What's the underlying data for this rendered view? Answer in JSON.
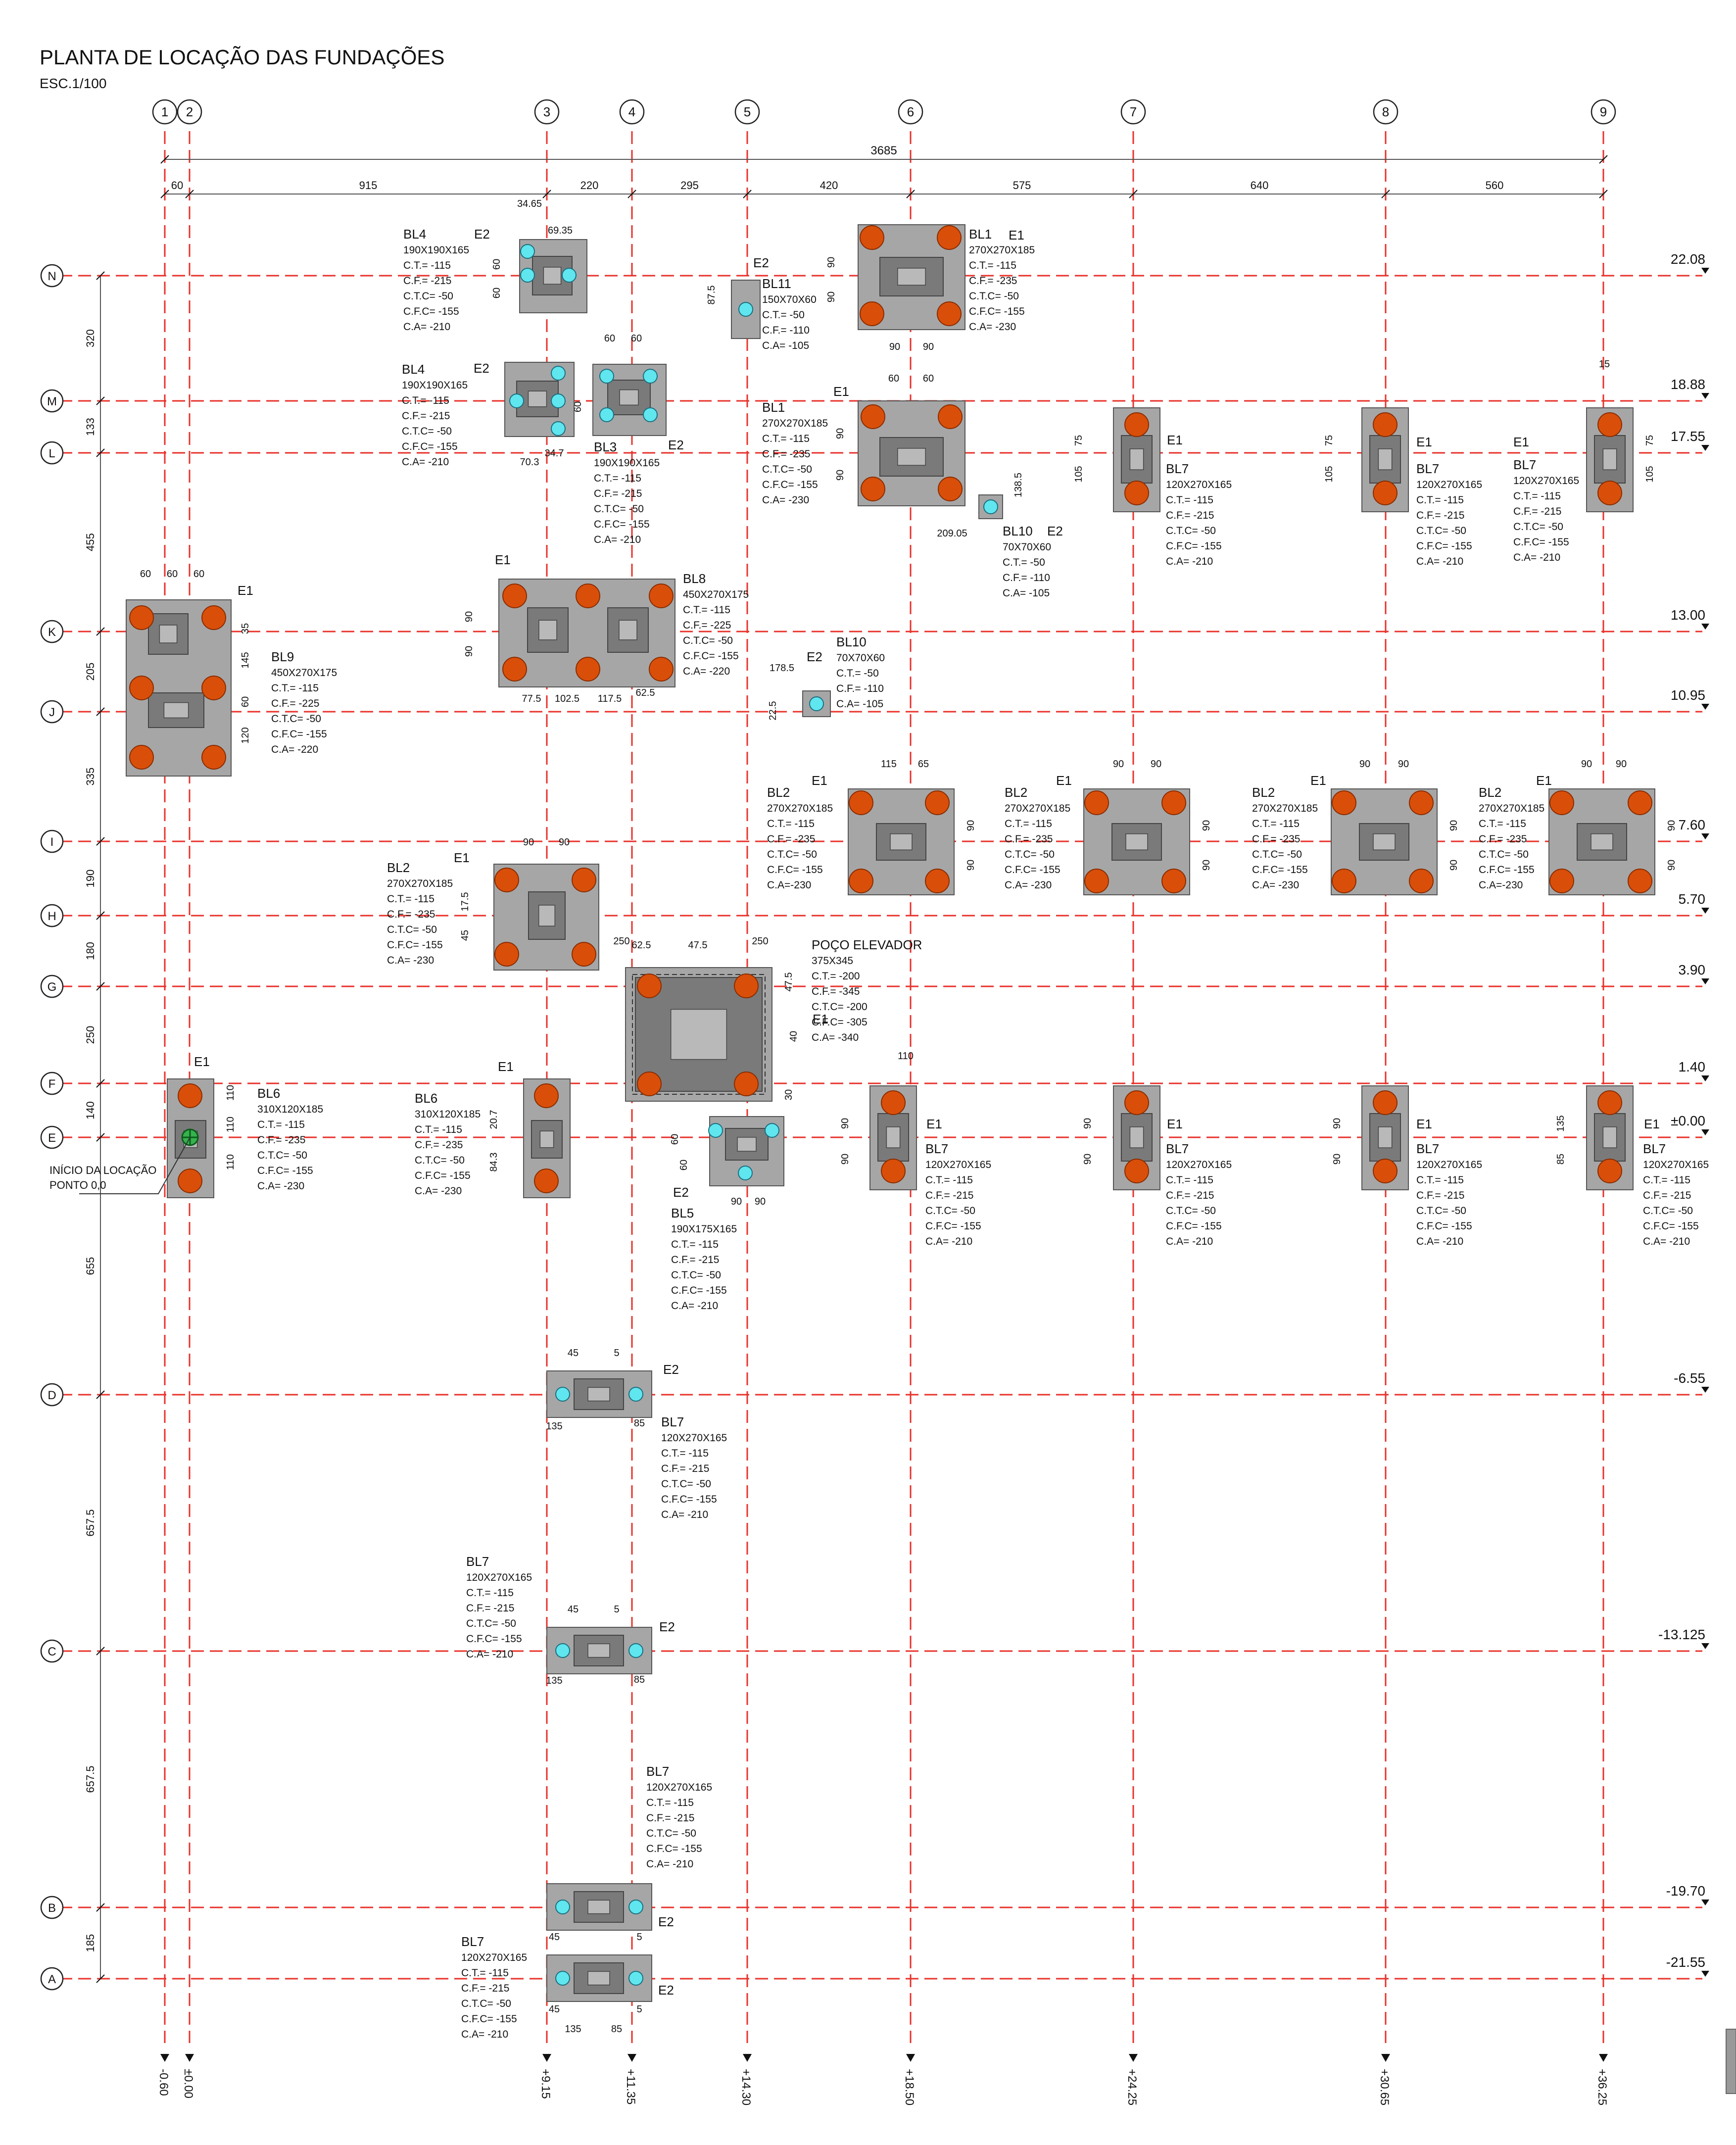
{
  "title": "PLANTA DE LOCAÇÃO DAS FUNDAÇÕES",
  "scale": "ESC.1/100",
  "colors": {
    "grid_line": "#e8312a",
    "block": "#a6a6a6",
    "block_edge": "#555555",
    "cap": "#7a7a7a",
    "pile_e1": "#d94f0a",
    "pile_e2": "#5fe6ee",
    "ink": "#111111"
  },
  "columns": [
    {
      "id": "1",
      "elev": "-0.60"
    },
    {
      "id": "2",
      "elev": "±0.00"
    },
    {
      "id": "3",
      "elev": "+9.15"
    },
    {
      "id": "4",
      "elev": "+11.35"
    },
    {
      "id": "5",
      "elev": "+14.30"
    },
    {
      "id": "6",
      "elev": "+18.50"
    },
    {
      "id": "7",
      "elev": "+24.25"
    },
    {
      "id": "8",
      "elev": "+30.65"
    },
    {
      "id": "9",
      "elev": "+36.25"
    }
  ],
  "rows": [
    {
      "id": "N",
      "elev": "22.08"
    },
    {
      "id": "M",
      "elev": "18.88"
    },
    {
      "id": "L",
      "elev": "17.55"
    },
    {
      "id": "K",
      "elev": "13.00"
    },
    {
      "id": "J",
      "elev": "10.95"
    },
    {
      "id": "I",
      "elev": "7.60"
    },
    {
      "id": "H",
      "elev": "5.70"
    },
    {
      "id": "G",
      "elev": "3.90"
    },
    {
      "id": "F",
      "elev": "1.40"
    },
    {
      "id": "E",
      "elev": "±0.00"
    },
    {
      "id": "D",
      "elev": "-6.55"
    },
    {
      "id": "C",
      "elev": "-13.125"
    },
    {
      "id": "B",
      "elev": "-19.70"
    },
    {
      "id": "A",
      "elev": "-21.55"
    }
  ],
  "overall_dim": "3685",
  "col_dims": [
    "60",
    "915",
    "220",
    "295",
    "420",
    "575",
    "640",
    "560"
  ],
  "row_dims": [
    "320",
    "133",
    "455",
    "205",
    "335",
    "190",
    "180",
    "250",
    "140",
    "655",
    "657.5",
    "657.5",
    "185"
  ],
  "origin_note": [
    "INÍCIO DA LOCAÇÃO",
    "PONTO 0,0"
  ],
  "blocks": [
    {
      "name": "BL4",
      "pile": "E2",
      "lines": [
        "190X190X165",
        "C.T.= -115",
        "C.F.= -215",
        "C.T.C= -50",
        "C.F.C= -155",
        "C.A= -210"
      ]
    },
    {
      "name": "BL4",
      "pile": "E2",
      "lines": [
        "190X190X165",
        "C.T.= -115",
        "C.F.= -215",
        "C.T.C= -50",
        "C.F.C= -155",
        "C.A= -210"
      ]
    },
    {
      "name": "BL3",
      "pile": "E2",
      "lines": [
        "190X190X165",
        "C.T.= -115",
        "C.F.= -215",
        "C.T.C= -50",
        "C.F.C= -155",
        "C.A= -210"
      ]
    },
    {
      "name": "BL11",
      "pile": "E2",
      "lines": [
        "150X70X60",
        "C.T.= -50",
        "C.F.= -110",
        "C.A= -105"
      ]
    },
    {
      "name": "BL1",
      "pile": "E1",
      "lines": [
        "270X270X185",
        "C.T.= -115",
        "C.F.= -235",
        "C.T.C= -50",
        "C.F.C= -155",
        "C.A= -230"
      ]
    },
    {
      "name": "BL1",
      "pile": "E1",
      "lines": [
        "270X270X185",
        "C.T.= -115",
        "C.F.= -235",
        "C.T.C= -50",
        "C.F.C= -155",
        "C.A= -230"
      ]
    },
    {
      "name": "BL10",
      "pile": "E2",
      "lines": [
        "70X70X60",
        "C.T.= -50",
        "C.F.= -110",
        "C.A= -105"
      ]
    },
    {
      "name": "BL7",
      "pile": "E1",
      "lines": [
        "120X270X165",
        "C.T.= -115",
        "C.F.= -215",
        "C.T.C= -50",
        "C.F.C= -155",
        "C.A= -210"
      ]
    },
    {
      "name": "BL7",
      "pile": "E1",
      "lines": [
        "120X270X165",
        "C.T.= -115",
        "C.F.= -215",
        "C.T.C= -50",
        "C.F.C= -155",
        "C.A= -210"
      ]
    },
    {
      "name": "BL7",
      "pile": "E1",
      "lines": [
        "120X270X165",
        "C.T.= -115",
        "C.F.= -215",
        "C.T.C= -50",
        "C.F.C= -155",
        "C.A= -210"
      ]
    },
    {
      "name": "BL9",
      "pile": "E1",
      "lines": [
        "450X270X175",
        "C.T.= -115",
        "C.F.= -225",
        "C.T.C= -50",
        "C.F.C= -155",
        "C.A= -220"
      ]
    },
    {
      "name": "BL8",
      "pile": "E1",
      "lines": [
        "450X270X175",
        "C.T.= -115",
        "C.F.= -225",
        "C.T.C= -50",
        "C.F.C= -155",
        "C.A= -220"
      ]
    },
    {
      "name": "BL10",
      "pile": "E2",
      "lines": [
        "70X70X60",
        "C.T.= -50",
        "C.F.= -110",
        "C.A= -105"
      ]
    },
    {
      "name": "BL2",
      "pile": "E1",
      "lines": [
        "270X270X185",
        "C.T.= -115",
        "C.F.= -235",
        "C.T.C= -50",
        "C.F.C= -155",
        "C.A=-230"
      ]
    },
    {
      "name": "BL2",
      "pile": "E1",
      "lines": [
        "270X270X185",
        "C.T.= -115",
        "C.F.= -235",
        "C.T.C= -50",
        "C.F.C= -155",
        "C.A= -230"
      ]
    },
    {
      "name": "BL2",
      "pile": "E1",
      "lines": [
        "270X270X185",
        "C.T.= -115",
        "C.F.= -235",
        "C.T.C= -50",
        "C.F.C= -155",
        "C.A= -230"
      ]
    },
    {
      "name": "BL2",
      "pile": "E1",
      "lines": [
        "270X270X185",
        "C.T.= -115",
        "C.F.= -235",
        "C.T.C= -50",
        "C.F.C= -155",
        "C.A=-230"
      ]
    },
    {
      "name": "BL2",
      "pile": "E1",
      "lines": [
        "270X270X185",
        "C.T.= -115",
        "C.F.= -235",
        "C.T.C= -50",
        "C.F.C= -155",
        "C.A= -230"
      ]
    },
    {
      "name": "POÇO ELEVADOR",
      "pile": "E1",
      "lines": [
        "375X345",
        "C.T.= -200",
        "C.F.= -345",
        "C.T.C= -200",
        "C.F.C= -305",
        "C.A= -340"
      ]
    },
    {
      "name": "BL6",
      "pile": "E1",
      "lines": [
        "310X120X185",
        "C.T.= -115",
        "C.F.= -235",
        "C.T.C= -50",
        "C.F.C= -155",
        "C.A= -230"
      ]
    },
    {
      "name": "BL6",
      "pile": "E1",
      "lines": [
        "310X120X185",
        "C.T.= -115",
        "C.F.= -235",
        "C.T.C= -50",
        "C.F.C= -155",
        "C.A= -230"
      ]
    },
    {
      "name": "BL5",
      "pile": "E2",
      "lines": [
        "190X175X165",
        "C.T.= -115",
        "C.F.= -215",
        "C.T.C= -50",
        "C.F.C= -155",
        "C.A= -210"
      ]
    },
    {
      "name": "BL7",
      "pile": "E1",
      "lines": [
        "120X270X165",
        "C.T.= -115",
        "C.F.= -215",
        "C.T.C= -50",
        "C.F.C= -155",
        "C.A= -210"
      ]
    },
    {
      "name": "BL7",
      "pile": "E1",
      "lines": [
        "120X270X165",
        "C.T.= -115",
        "C.F.= -215",
        "C.T.C= -50",
        "C.F.C= -155",
        "C.A= -210"
      ]
    },
    {
      "name": "BL7",
      "pile": "E1",
      "lines": [
        "120X270X165",
        "C.T.= -115",
        "C.F.= -215",
        "C.T.C= -50",
        "C.F.C= -155",
        "C.A= -210"
      ]
    },
    {
      "name": "BL7",
      "pile": "E1",
      "lines": [
        "120X270X165",
        "C.T.= -115",
        "C.F.= -215",
        "C.T.C= -50",
        "C.F.C= -155",
        "C.A= -210"
      ]
    },
    {
      "name": "BL7",
      "pile": "E2",
      "lines": [
        "120X270X165",
        "C.T.= -115",
        "C.F.= -215",
        "C.T.C= -50",
        "C.F.C= -155",
        "C.A= -210"
      ]
    },
    {
      "name": "BL7",
      "pile": "E2",
      "lines": [
        "120X270X165",
        "C.T.= -115",
        "C.F.= -215",
        "C.T.C= -50",
        "C.F.C= -155",
        "C.A= -210"
      ]
    },
    {
      "name": "BL7",
      "pile": "E2",
      "lines": [
        "120X270X165",
        "C.T.= -115",
        "C.F.= -215",
        "C.T.C= -50",
        "C.F.C= -155",
        "C.A= -210"
      ]
    },
    {
      "name": "BL7",
      "pile": "E2",
      "lines": [
        "120X270X165",
        "C.T.= -115",
        "C.F.= -215",
        "C.T.C= -50",
        "C.F.C= -155",
        "C.A= -210"
      ]
    }
  ],
  "local_dims": [
    "34.65",
    "69.35",
    "60",
    "60",
    "87.5",
    "90",
    "90",
    "90",
    "90",
    "60",
    "60",
    "60",
    "60",
    "60",
    "70.3",
    "34.7",
    "90",
    "90",
    "75",
    "105",
    "138.5",
    "209.05",
    "75",
    "105",
    "15",
    "75",
    "105",
    "60",
    "60",
    "60",
    "35",
    "145",
    "60",
    "120",
    "90",
    "90",
    "77.5",
    "102.5",
    "117.5",
    "62.5",
    "178.5",
    "22.5",
    "115",
    "65",
    "90",
    "90",
    "90",
    "90",
    "90",
    "90",
    "90",
    "90",
    "90",
    "90",
    "90",
    "90",
    "90",
    "90",
    "90",
    "90",
    "17.5",
    "45",
    "250",
    "62.5",
    "47.5",
    "250",
    "47.5",
    "40",
    "30",
    "110",
    "110",
    "110",
    "110",
    "20.7",
    "84.3",
    "60",
    "60",
    "90",
    "90",
    "90",
    "90",
    "90",
    "90",
    "90",
    "90",
    "135",
    "85",
    "45",
    "5",
    "135",
    "85",
    "45",
    "5",
    "135",
    "85",
    "45",
    "5",
    "45",
    "5",
    "135",
    "85"
  ]
}
